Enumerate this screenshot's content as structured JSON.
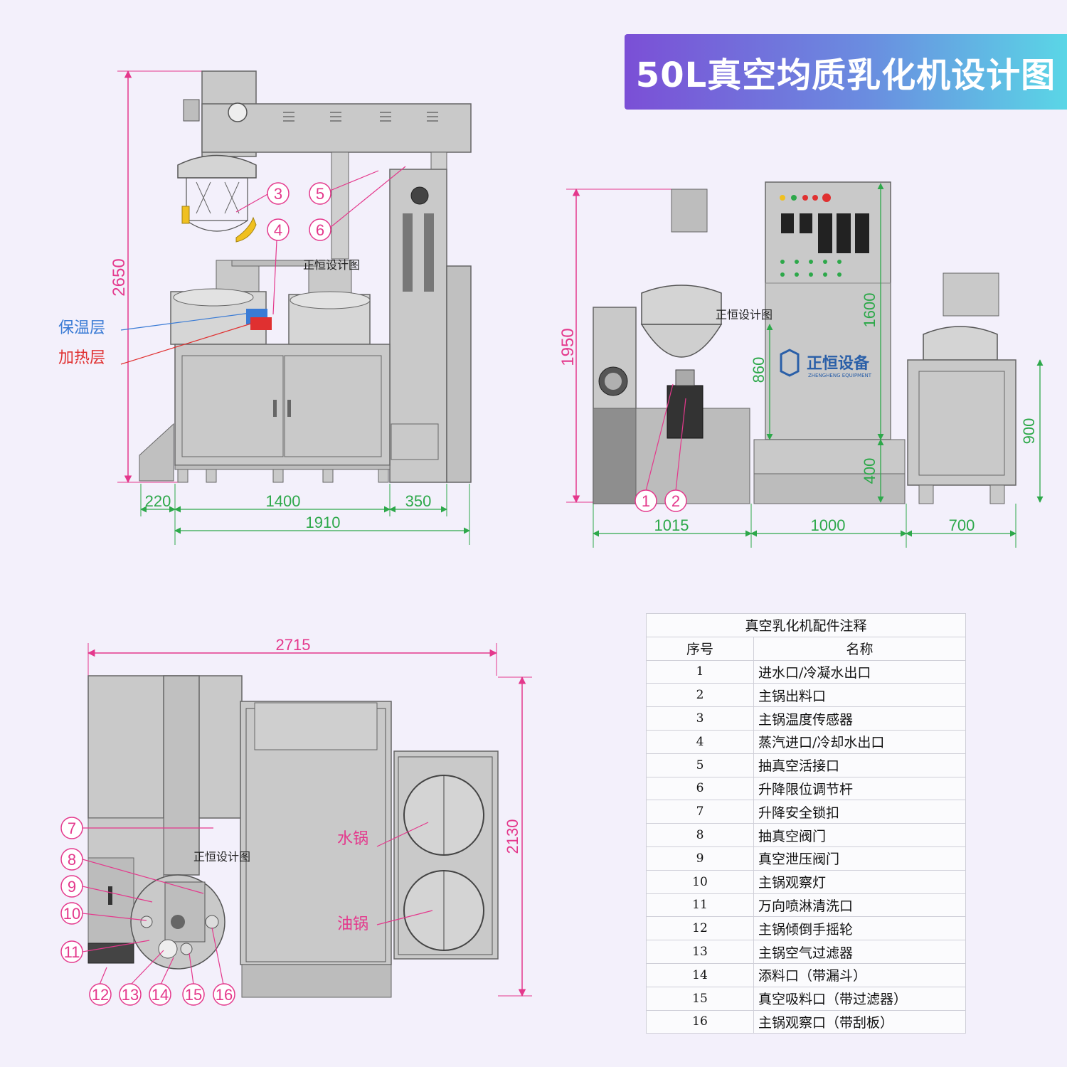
{
  "title": "50L真空均质乳化机设计图",
  "watermark": "正恒设计图",
  "brand": {
    "name": "正恒设备",
    "english": "ZHENGHENG EQUIPMENT"
  },
  "front_view": {
    "height_label": "2650",
    "layer_labels": [
      "保温层",
      "加热层"
    ],
    "callouts": [
      "3",
      "4",
      "5",
      "6"
    ],
    "dimensions": [
      "220",
      "1400",
      "350",
      "1910"
    ]
  },
  "side_view": {
    "height_label": "1950",
    "panel_height": "1600",
    "mid_height": "860",
    "base_height": "400",
    "small_height": "900",
    "callouts": [
      "1",
      "2"
    ],
    "dimensions": [
      "1015",
      "1000",
      "700"
    ]
  },
  "top_view": {
    "width_label": "2715",
    "depth_label": "2130",
    "pot_labels": [
      "水锅",
      "油锅"
    ],
    "callouts": [
      "7",
      "8",
      "9",
      "10",
      "11",
      "12",
      "13",
      "14",
      "15",
      "16"
    ]
  },
  "parts_table": {
    "caption": "真空乳化机配件注释",
    "header_index": "序号",
    "header_name": "名称",
    "rows": [
      {
        "index": "1",
        "name": "进水口/冷凝水出口"
      },
      {
        "index": "2",
        "name": "主锅出料口"
      },
      {
        "index": "3",
        "name": "主锅温度传感器"
      },
      {
        "index": "4",
        "name": "蒸汽进口/冷却水出口"
      },
      {
        "index": "5",
        "name": "抽真空活接口"
      },
      {
        "index": "6",
        "name": "升降限位调节杆"
      },
      {
        "index": "7",
        "name": "升降安全锁扣"
      },
      {
        "index": "8",
        "name": "抽真空阀门"
      },
      {
        "index": "9",
        "name": "真空泄压阀门"
      },
      {
        "index": "10",
        "name": "主锅观察灯"
      },
      {
        "index": "11",
        "name": "万向喷淋清洗口"
      },
      {
        "index": "12",
        "name": "主锅倾倒手摇轮"
      },
      {
        "index": "13",
        "name": "主锅空气过滤器"
      },
      {
        "index": "14",
        "name": "添料口（带漏斗）"
      },
      {
        "index": "15",
        "name": "真空吸料口（带过滤器）"
      },
      {
        "index": "16",
        "name": "主锅观察口（带刮板）"
      }
    ]
  },
  "colors": {
    "machine": "#c9c9c9",
    "machine_dark": "#8a8a8a",
    "dimension_line": "#2da84a",
    "height_line": "#e4388c",
    "callout": "#e4388c",
    "insulation": "#3a7bd5",
    "heating": "#e03030"
  }
}
